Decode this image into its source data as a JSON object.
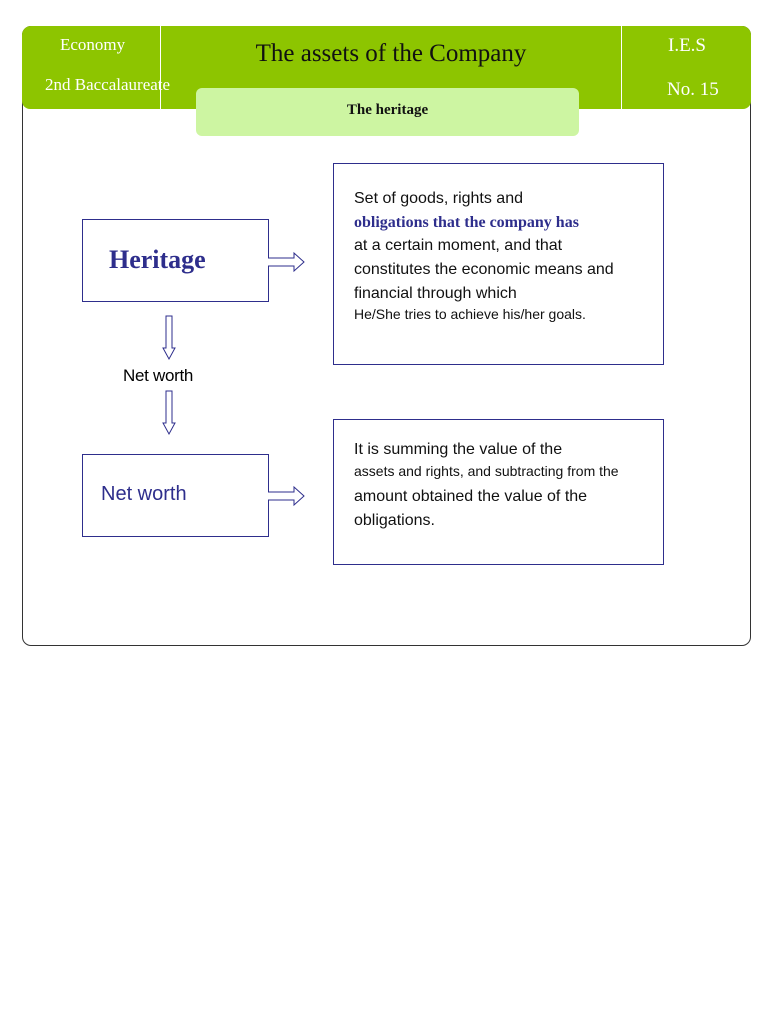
{
  "header": {
    "subject": "Economy",
    "level": "2nd Baccalaureate",
    "title": "The assets of the Company",
    "school": "I.E.S",
    "number": "No. 15"
  },
  "section": {
    "title": "The heritage"
  },
  "diagram": {
    "nodes": [
      {
        "id": "heritage",
        "label": "Heritage"
      },
      {
        "id": "net-worth",
        "label": "Net worth"
      }
    ],
    "connector_label": "Net worth",
    "heritage_definition": {
      "line1": "Set of goods, rights and",
      "line2": "obligations that the company has",
      "line3": "at a certain moment, and that",
      "line4": "constitutes the economic means and",
      "line5": "financial through which",
      "line6": "He/She tries to achieve his/her goals."
    },
    "networth_definition": {
      "line1": "It is summing the value of the",
      "line2": "assets and rights, and subtracting from the",
      "line3": "amount obtained the value of the",
      "line4": "obligations."
    }
  },
  "colors": {
    "header_green": "#8dc500",
    "subtitle_green": "#cdf5a2",
    "navy": "#2e2e8c"
  }
}
